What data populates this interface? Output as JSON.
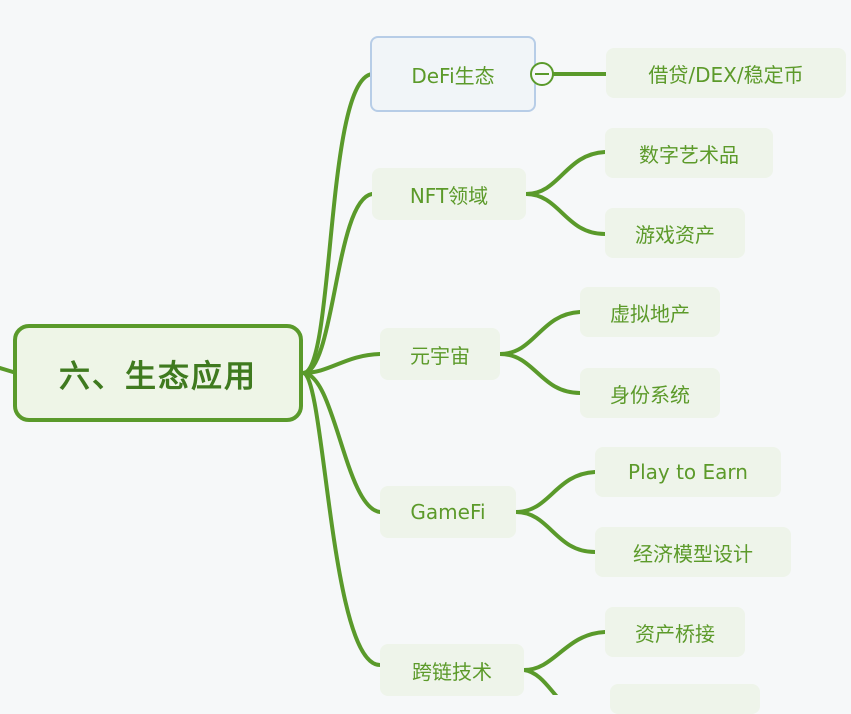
{
  "root": {
    "label": "六、生态应用"
  },
  "branches": [
    {
      "label": "DeFi生态",
      "children": [
        "借贷/DEX/稳定币"
      ]
    },
    {
      "label": "NFT领域",
      "children": [
        "数字艺术品",
        "游戏资产"
      ]
    },
    {
      "label": "元宇宙",
      "children": [
        "虚拟地产",
        "身份系统"
      ]
    },
    {
      "label": "GameFi",
      "children": [
        "Play to Earn",
        "经济模型设计"
      ]
    },
    {
      "label": "跨链技术",
      "children": [
        "资产桥接"
      ]
    }
  ],
  "colors": {
    "line": "#5a9a2b",
    "text": "#5c9a2a",
    "node_bg": "#eef4ea",
    "selected_border": "#b7cde7"
  }
}
